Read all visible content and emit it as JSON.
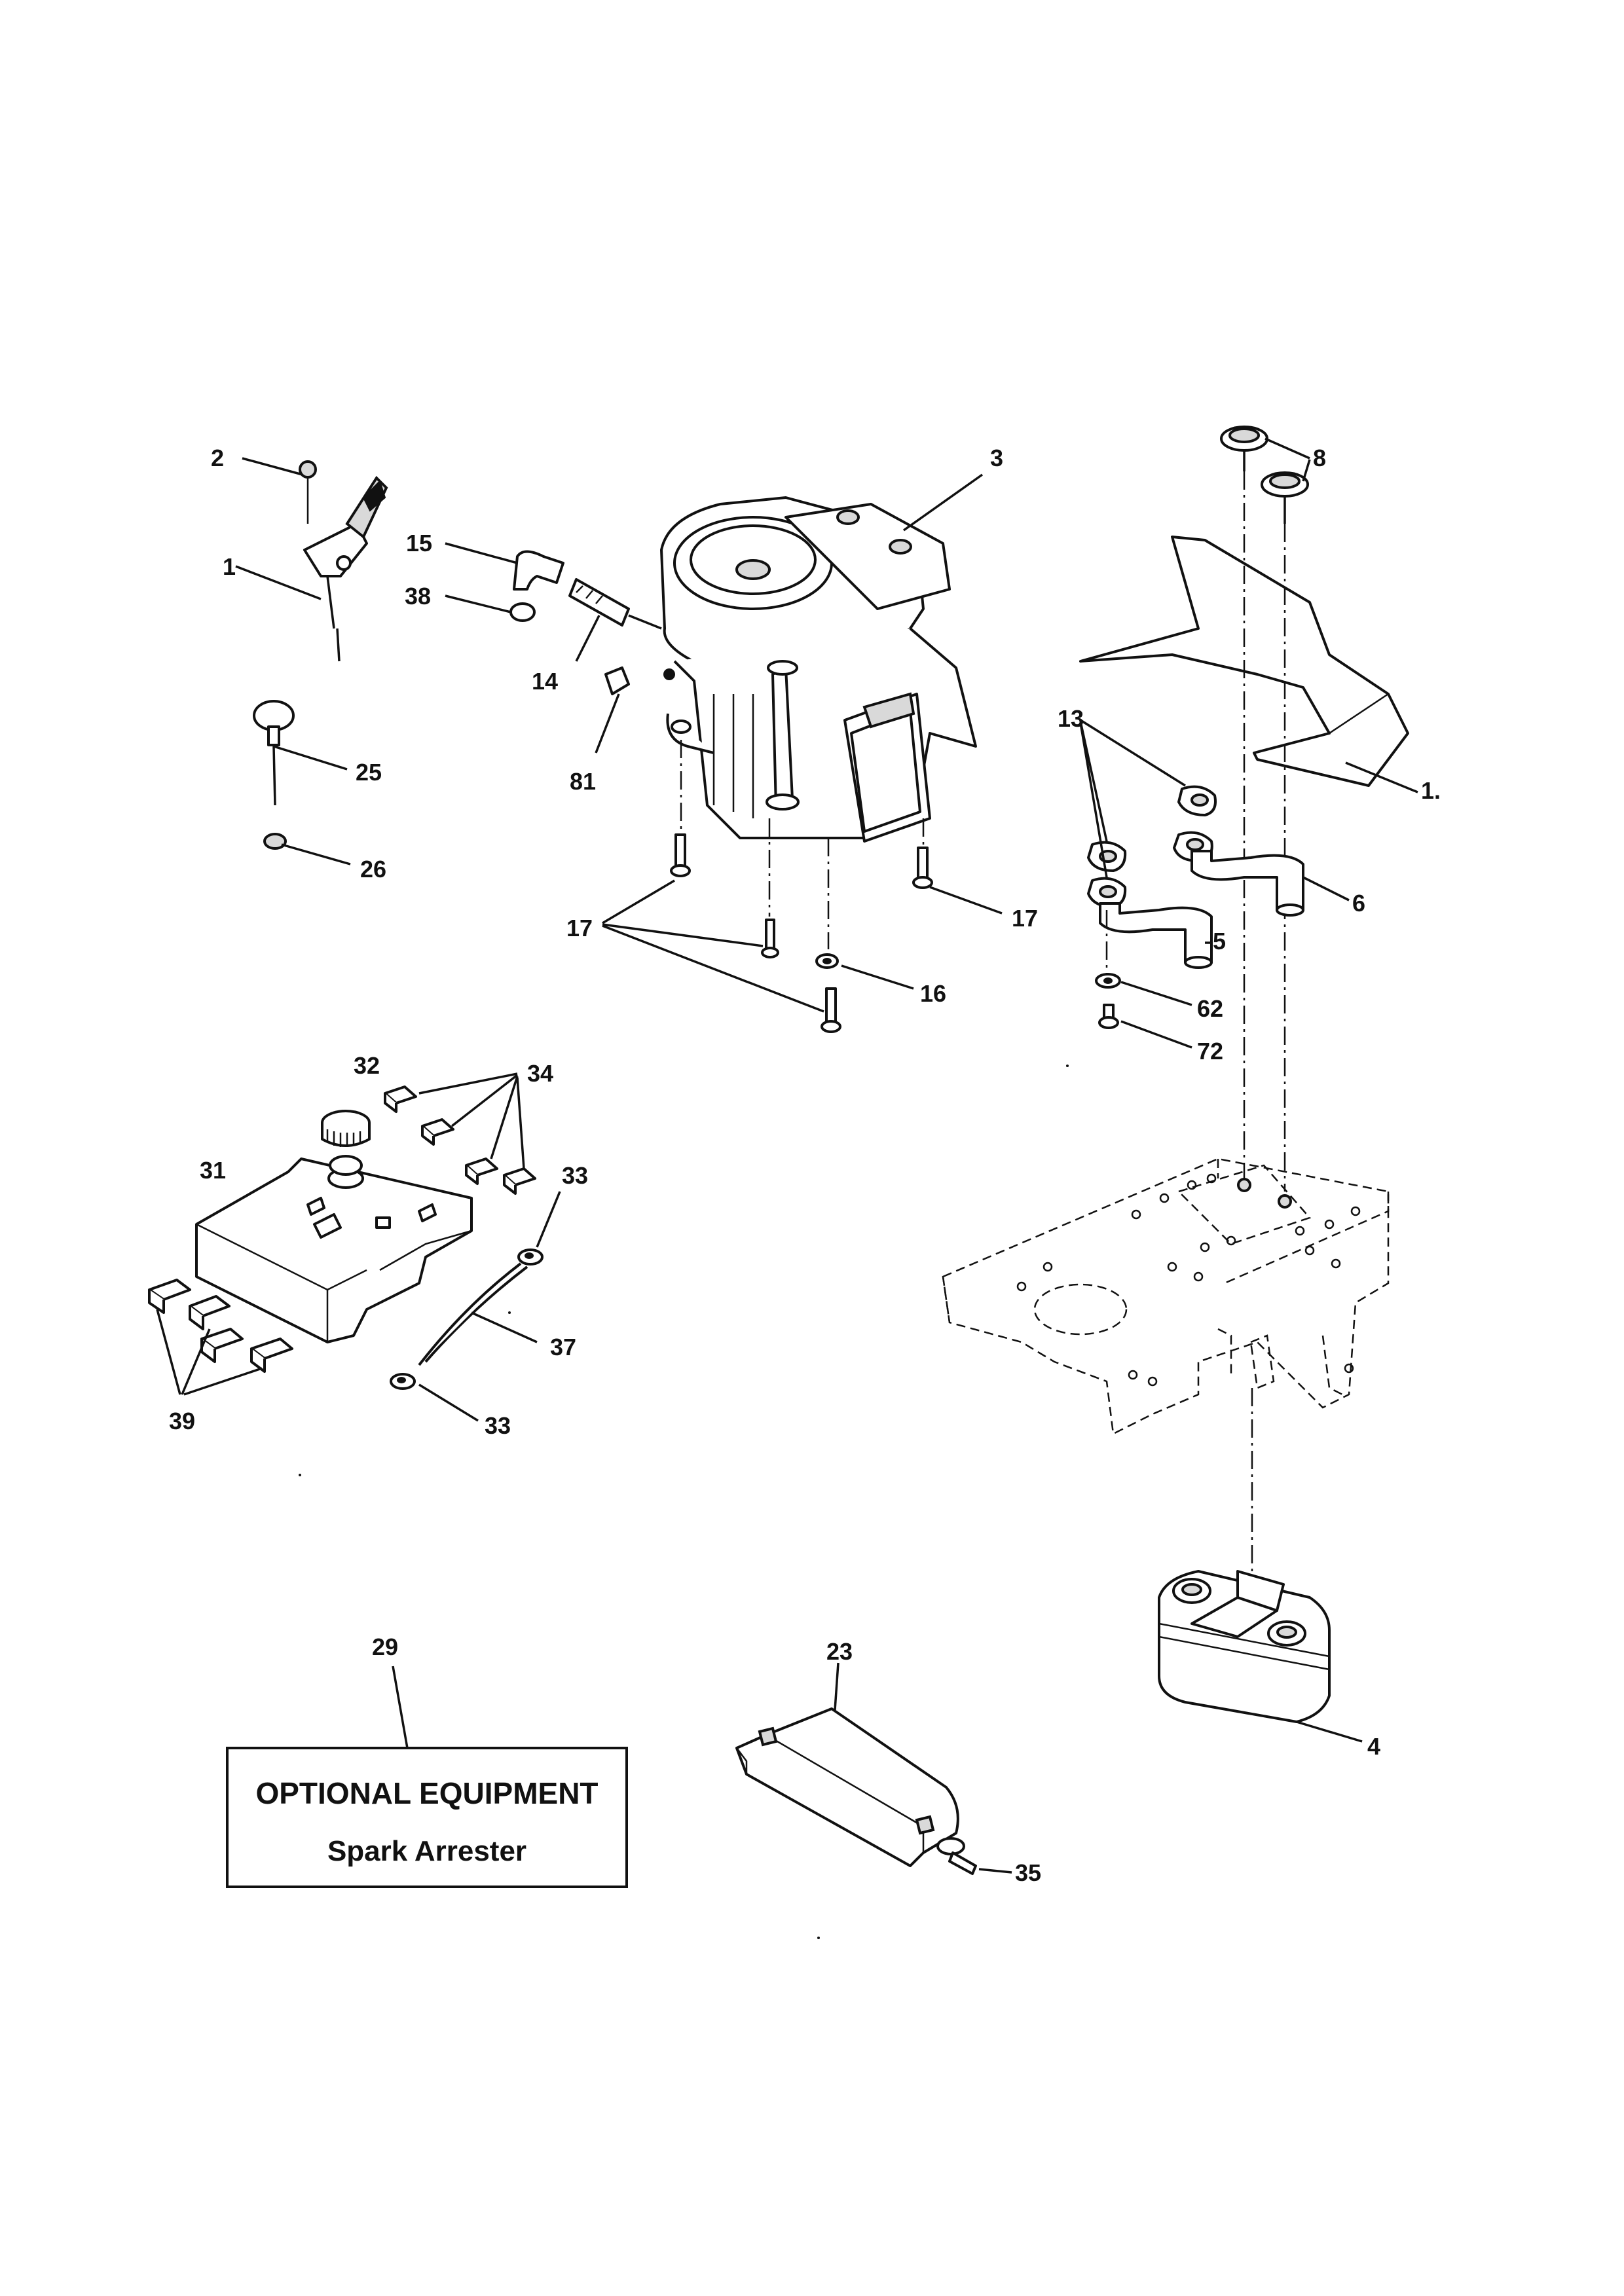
{
  "callouts": {
    "c1": "1",
    "c2": "2",
    "c3": "3",
    "c4": "4",
    "c5": "5",
    "c6": "6",
    "c8": "8",
    "c13": "13",
    "c14": "14",
    "c15": "15",
    "c16": "16",
    "c17a": "17",
    "c17b": "17",
    "c23": "23",
    "c25": "25",
    "c26": "26",
    "c29": "29",
    "c31": "31",
    "c32": "32",
    "c33a": "33",
    "c33b": "33",
    "c34": "34",
    "c35": "35",
    "c37": "37",
    "c38": "38",
    "c39": "39",
    "c62": "62",
    "c72": "72",
    "c81": "81",
    "c1b": "1."
  },
  "optional_box": {
    "title": "OPTIONAL EQUIPMENT",
    "subtitle": "Spark Arrester"
  }
}
